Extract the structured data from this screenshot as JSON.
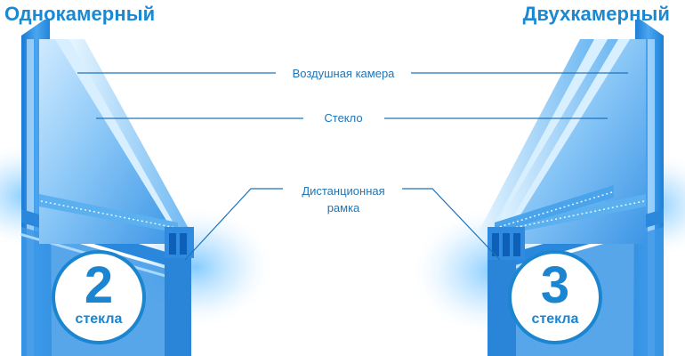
{
  "titles": {
    "left": "Однокамерный",
    "right": "Двухкамерный"
  },
  "labels": {
    "air_chamber": "Воздушная камера",
    "glass": "Стекло",
    "spacer_line1": "Дистанционная",
    "spacer_line2": "рамка"
  },
  "badges": {
    "left": {
      "number": "2",
      "word": "стекла"
    },
    "right": {
      "number": "3",
      "word": "стекла"
    }
  },
  "colors": {
    "title": "#1b88d2",
    "label_text": "#1f75b7",
    "leader_line": "#1f73bb",
    "frame_blue": "#2d8ee3",
    "glow": "#6fc3ff",
    "badge_border": "#1b85d0"
  }
}
